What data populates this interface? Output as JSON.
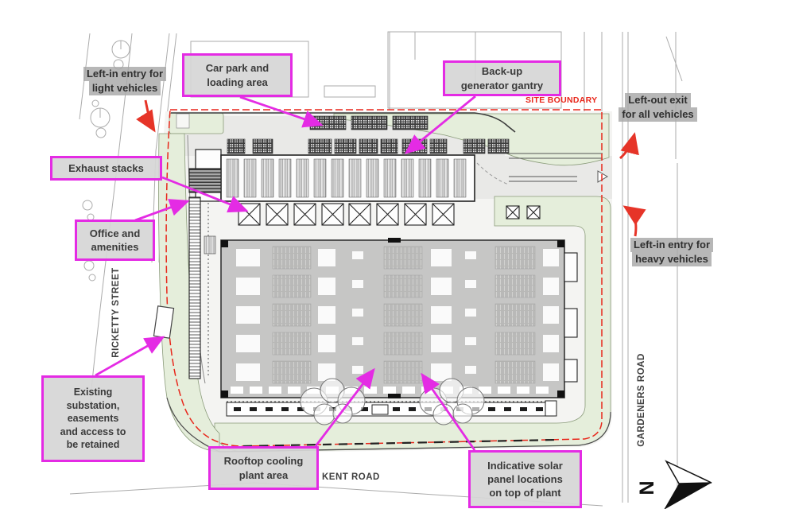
{
  "annotations": {
    "car_park": {
      "lines": [
        "Car park and",
        "loading area"
      ]
    },
    "backup_gantry": {
      "lines": [
        "Back-up",
        "generator gantry"
      ]
    },
    "exhaust_stacks": {
      "lines": [
        "Exhaust stacks"
      ]
    },
    "office_amenities": {
      "lines": [
        "Office and",
        "amenities"
      ]
    },
    "substation": {
      "lines": [
        "Existing",
        "substation,",
        "easements",
        "and access to",
        "be retained"
      ]
    },
    "rooftop_cooling": {
      "lines": [
        "Rooftop cooling",
        "plant area"
      ]
    },
    "solar_panels": {
      "lines": [
        "Indicative solar",
        "panel locations",
        "on top of plant"
      ]
    }
  },
  "entry_labels": {
    "light_entry": {
      "lines": [
        "Left-in entry for",
        "light vehicles"
      ]
    },
    "left_out_exit": {
      "lines": [
        "Left-out exit",
        "for all vehicles"
      ]
    },
    "heavy_entry": {
      "lines": [
        "Left-in entry for",
        "heavy vehicles"
      ]
    }
  },
  "roads": {
    "west": "RICKETTY STREET",
    "east": "GARDENERS ROAD",
    "south": "KENT ROAD"
  },
  "boundary_label": "SITE BOUNDARY",
  "north_label": "N",
  "colors": {
    "annotation_magenta": "#e42be4",
    "traffic_arrow_red": "#e63428",
    "site_boundary_red": "#e8271b",
    "landscape_green": "#e5eedb",
    "label_fill_gray": "#d6d6d6",
    "building_gray": "#c6c6c5"
  }
}
